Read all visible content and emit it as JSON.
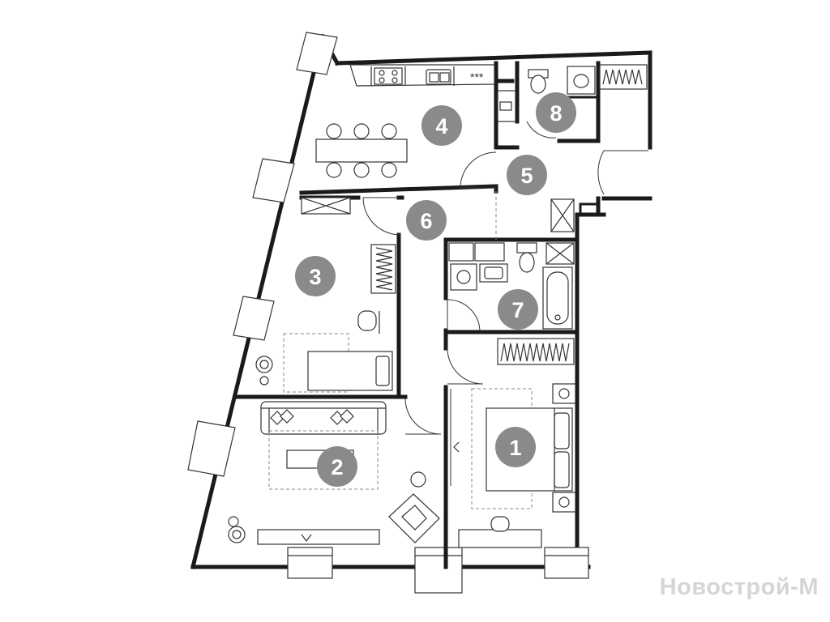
{
  "rooms": [
    {
      "id": "room-1",
      "label": "1"
    },
    {
      "id": "room-2",
      "label": "2"
    },
    {
      "id": "room-3",
      "label": "3"
    },
    {
      "id": "room-4",
      "label": "4"
    },
    {
      "id": "room-5",
      "label": "5"
    },
    {
      "id": "room-6",
      "label": "6"
    },
    {
      "id": "room-7",
      "label": "7"
    },
    {
      "id": "room-8",
      "label": "8"
    }
  ],
  "kitchen": {
    "hob_marker": "***"
  },
  "watermark": "Новострой-М",
  "colors": {
    "badge": "#8a8a8a",
    "wall": "#1a1a1a",
    "line": "#333333",
    "watermark": "#d5d5d5"
  },
  "icons": [
    "room-number-badge",
    "window-icon",
    "door-swing-icon",
    "wardrobe-icon",
    "bed-icon",
    "sofa-icon",
    "armchair-icon",
    "dining-table-icon",
    "toilet-icon",
    "sink-icon",
    "bathtub-icon",
    "washer-icon",
    "stove-icon",
    "plant-icon",
    "lamp-icon",
    "tv-stand-icon",
    "desk-icon"
  ]
}
